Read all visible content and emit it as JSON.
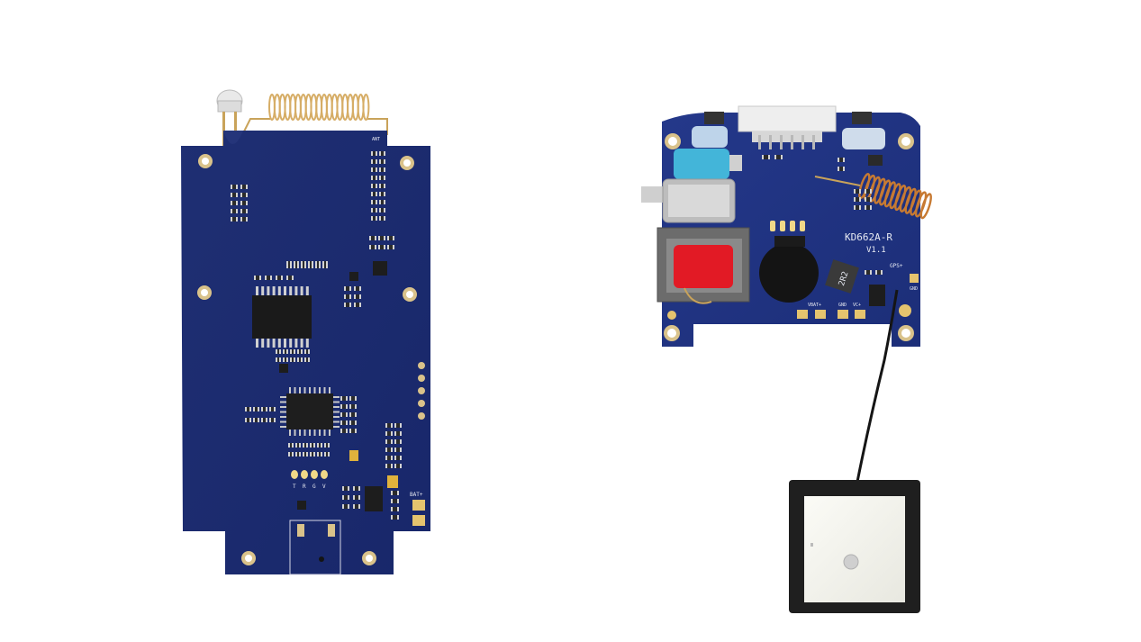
{
  "board_left": {
    "ant_label": "ANT",
    "pin_labels": [
      "T",
      "R",
      "G",
      "V"
    ],
    "bat_label": "BAT+"
  },
  "board_right": {
    "model_label": "KD662A-R",
    "version_label": "V1.1",
    "inductor_label": "2R2",
    "gps_label": "GPS+",
    "gnd_label": "GND",
    "vbat_label": "VBAT+",
    "gnd2_label": "GND",
    "vc_label": "VC+"
  }
}
